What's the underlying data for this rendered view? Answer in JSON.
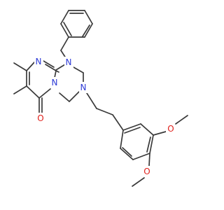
{
  "molecule": {
    "colors": {
      "nitrogen": "#2d3ad6",
      "oxygen": "#e0201b",
      "bond": "#3a3a3a",
      "background": "#ffffff"
    },
    "atom_labels": [
      {
        "id": "n1",
        "text": "N",
        "element": "nitrogen"
      },
      {
        "id": "n_pym",
        "text": "N",
        "element": "nitrogen"
      },
      {
        "id": "n_ring",
        "text": "N",
        "element": "nitrogen"
      },
      {
        "id": "n3",
        "text": "N",
        "element": "nitrogen"
      },
      {
        "id": "o_carbonyl",
        "text": "O",
        "element": "oxygen"
      },
      {
        "id": "o_meta",
        "text": "O",
        "element": "oxygen"
      },
      {
        "id": "o_para",
        "text": "O",
        "element": "oxygen"
      }
    ]
  }
}
